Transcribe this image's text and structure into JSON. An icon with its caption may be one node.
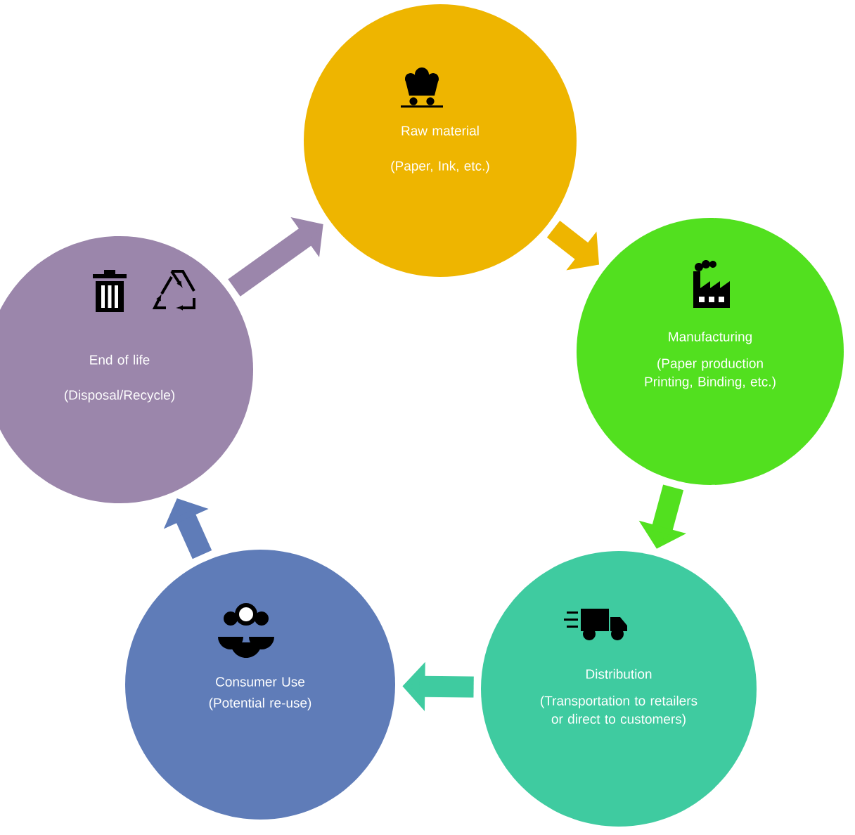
{
  "diagram": {
    "nodes": [
      {
        "text": [
          "Raw material",
          "(Paper, Ink, etc.)"
        ]
      },
      {
        "text": [
          "Manufacturing",
          "(Paper production Printing, Binding, etc.)"
        ]
      },
      {
        "text": [
          "Distribution",
          "(Transportation to retailers or direct to customers)"
        ]
      },
      {
        "text": [
          "Consumer Use",
          "(Potential re-use)"
        ]
      },
      {
        "text": [
          "End of life",
          "(Disposal/Recycle)"
        ]
      }
    ],
    "edges": [
      {
        "from": 0,
        "to": 1,
        "arrow": "to",
        "color": "#eeb500"
      },
      {
        "from": 1,
        "to": 2,
        "arrow": "to",
        "color": "#52e01f"
      },
      {
        "from": 2,
        "to": 3,
        "arrow": "to",
        "color": "#3fcba0"
      },
      {
        "from": 3,
        "to": 4,
        "arrow": "to",
        "color": "#5f7cb8"
      },
      {
        "from": 4,
        "to": 0,
        "arrow": "to",
        "color": "#9b86ab"
      }
    ]
  }
}
